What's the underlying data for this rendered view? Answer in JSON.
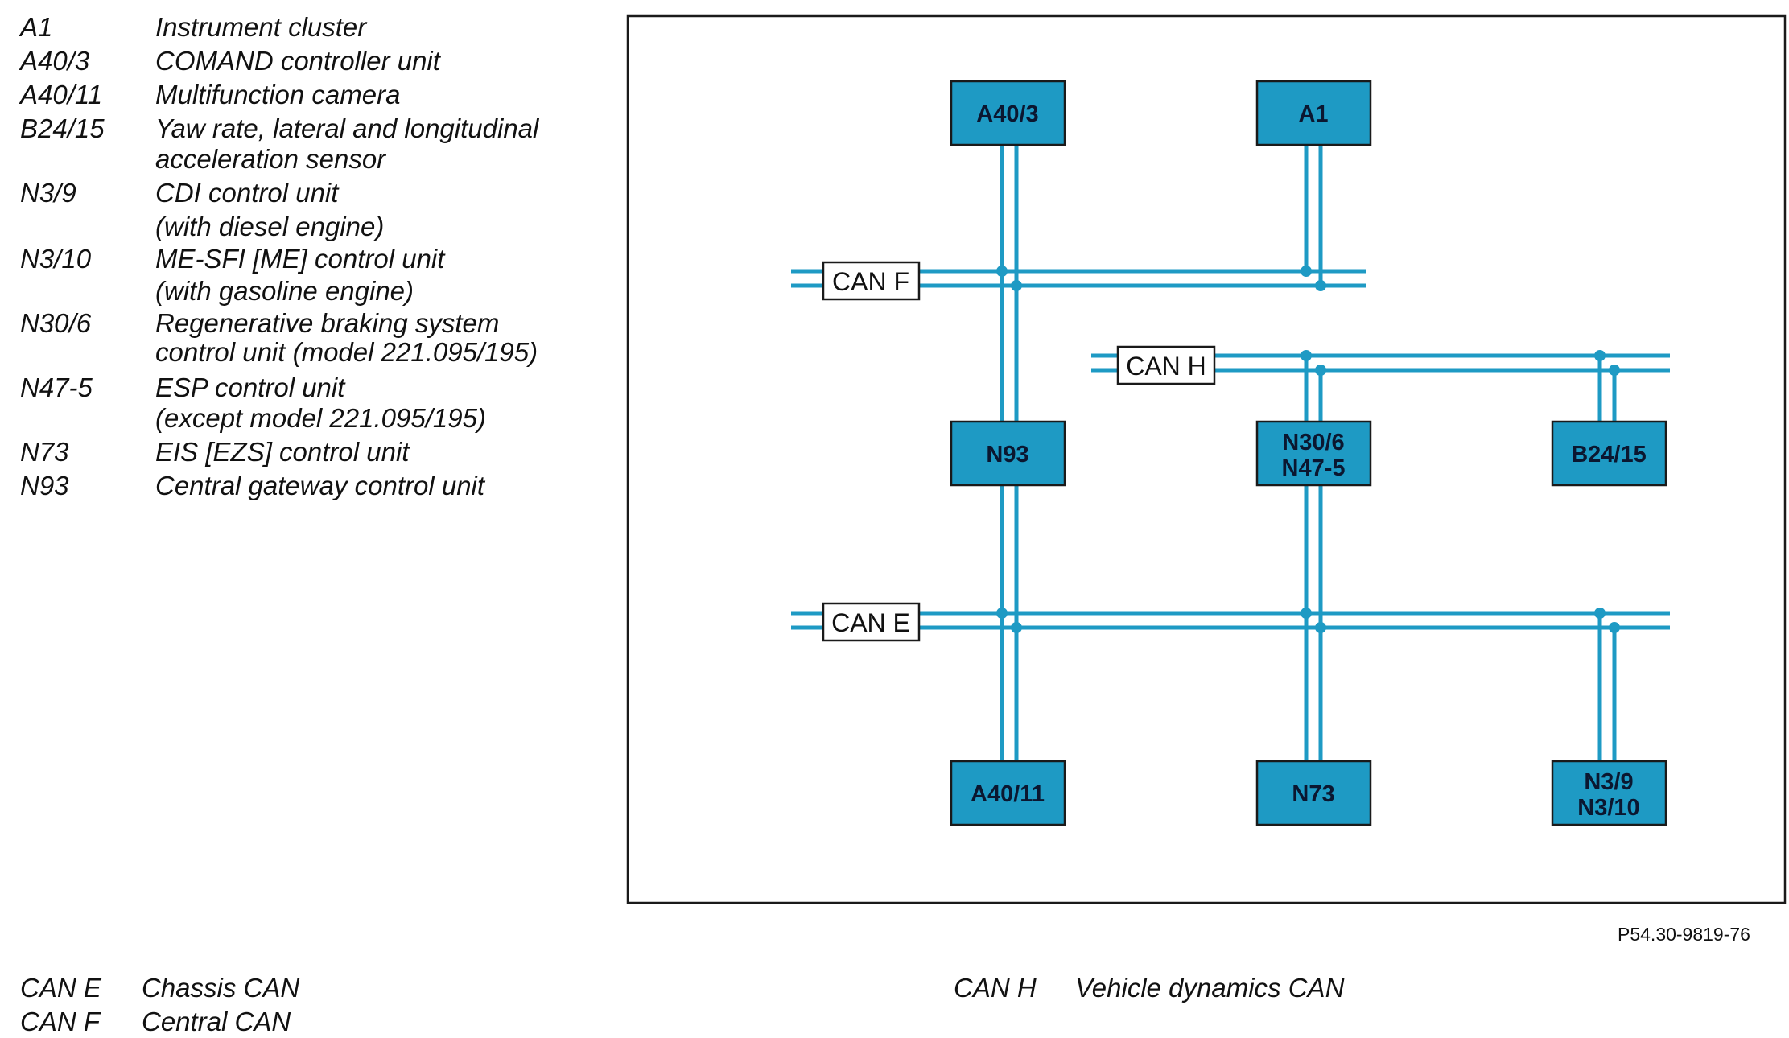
{
  "legend": [
    {
      "code": "A1",
      "lines": [
        "Instrument cluster"
      ]
    },
    {
      "code": "A40/3",
      "lines": [
        "COMAND controller unit"
      ]
    },
    {
      "code": "A40/11",
      "lines": [
        "Multifunction camera"
      ]
    },
    {
      "code": "B24/15",
      "lines": [
        "Yaw rate, lateral and longitudinal",
        "acceleration sensor"
      ]
    },
    {
      "code": "N3/9",
      "lines": [
        "CDI control unit",
        "(with diesel engine)"
      ]
    },
    {
      "code": "N3/10",
      "lines": [
        "ME-SFI [ME] control unit",
        "(with gasoline engine)"
      ]
    },
    {
      "code": "N30/6",
      "lines": [
        "Regenerative braking system",
        "control unit (model 221.095/195)"
      ]
    },
    {
      "code": "N47-5",
      "lines": [
        "ESP control unit",
        "(except model 221.095/195)"
      ]
    },
    {
      "code": "N73",
      "lines": [
        "EIS [EZS] control unit"
      ]
    },
    {
      "code": "N93",
      "lines": [
        "Central gateway control unit"
      ]
    }
  ],
  "diagram": {
    "units": {
      "a40_3": [
        "A40/3"
      ],
      "a1": [
        "A1"
      ],
      "n93": [
        "N93"
      ],
      "n30_6": [
        "N30/6",
        "N47-5"
      ],
      "b24_15": [
        "B24/15"
      ],
      "a40_11": [
        "A40/11"
      ],
      "n73": [
        "N73"
      ],
      "n3_9": [
        "N3/9",
        "N3/10"
      ]
    },
    "buses": {
      "can_f": "CAN F",
      "can_h": "CAN H",
      "can_e": "CAN E"
    },
    "wire_color": "#1e9ac4",
    "box_color": "#1e9ac4"
  },
  "figure_ref": "P54.30-9819-76",
  "abbreviations": [
    {
      "code": "CAN E",
      "desc": "Chassis CAN"
    },
    {
      "code": "CAN F",
      "desc": "Central CAN"
    },
    {
      "code": "CAN H",
      "desc": "Vehicle dynamics CAN"
    }
  ]
}
